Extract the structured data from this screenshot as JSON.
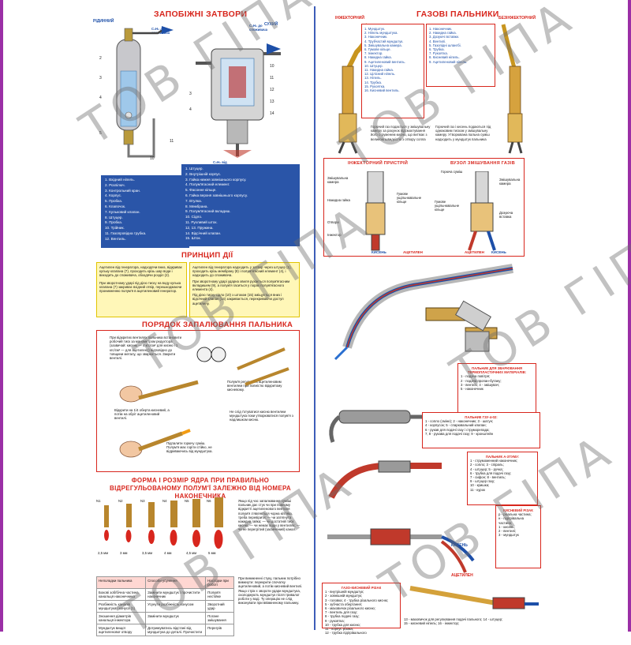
{
  "titles": {
    "safety": "ЗАПОБІЖНІ ЗАТВОРИ",
    "torches": "ГАЗОВІ ПАЛЬНИКИ",
    "principle": "ПРИНЦИП ДІЇ",
    "ignition": "ПОРЯДОК ЗАПАЛЮВАННЯ ПАЛЬНИКА",
    "flame": "ФОРМА І РОЗМІР ЯДРА ПРИ ПРАВИЛЬНО ВІДРЕГУЛЬОВАНОМУ ПОЛУМ'Ї ЗАЛЕЖНО ВІД НОМЕРА НАКОНЕЧНИКА",
    "injector": "ІНЖЕКТОРНИЙ ПРИСТРІЙ",
    "mixer": "ВУЗОЛ ЗМІШУВАННЯ ГАЗІВ"
  },
  "watermark": "ТОВ ГІПА",
  "labels": {
    "liquid": "РІДИННИЙ",
    "dry": "СУХИЙ",
    "c2h2_to_consumer_left": "C₂H₂ до споживача",
    "c2h2_to_consumer_right": "C₂H₂ до споживача",
    "c2h2_from_generator": "C₂H₂ від генератора",
    "injector_torch": "ІНЖЕКТОРНИЙ",
    "noninjector_torch": "БЕЗІНЖЕКТОРНИЙ",
    "oxygen": "КИСЕНЬ",
    "acetylene": "АЦЕТИЛЕН",
    "mixing_chamber": "Змішувальна камера",
    "fuel_mix": "Горюча суміш",
    "nozzle_nut": "Накидна гайка",
    "rubber_ring": "Гумове ущільнювальне кільце",
    "hole": "Отвори",
    "injector": "Інжектор",
    "dosing_insert": "Дозуюча вставка"
  },
  "left_legend": [
    "1. Вхідний ніпель.",
    "2. Розпілюч.",
    "3. Контрольний кран.",
    "4. Корпус.",
    "5. Пробка.",
    "6. Клапочок.",
    "7. Кульковий клапан.",
    "8. Штуцер.",
    "9. Пробка.",
    "10. Трійник.",
    "11. Газопровідна трубка.",
    "12. Вентиль."
  ],
  "right_legend": [
    "1. Штуцер.",
    "2. Внутрішній корпус.",
    "3. Гайка нижня зовнішнього корпусу.",
    "4. Полум'ягасний елемент.",
    "5. Фасонне кільце.",
    "6. Гайка верхня зовнішнього корпусу.",
    "7. Втулка.",
    "8. Мембрана.",
    "9. Полум'ягасний вкладиш.",
    "10. Сідло.",
    "11. Рухливий шток.",
    "12, 13. Пружина.",
    "14. Відсічний клапан.",
    "15. Шток."
  ],
  "injector_parts": [
    "1. Мундштук.",
    "2. Ніпель мундштука.",
    "3. Наконечник.",
    "4. Трубчастий мундштук.",
    "5. Змішувальна камера.",
    "6. Гумове кільце.",
    "7. Інжектор.",
    "8. Накидна гайка.",
    "9. Ацетиленовий вентиль.",
    "10. Штуцер.",
    "11. Накидна гайка.",
    "12. Цілісний ніпель.",
    "13. Ніпель.",
    "14. Трубка.",
    "15. Рукоятка.",
    "16. Кисневий вентиль."
  ],
  "noninjector_parts": [
    "1. Наконечник.",
    "2. Накидна гайка.",
    "3. Дозуючі вставки.",
    "4. Вентилі.",
    "5. Газопідні шлангбі.",
    "6. Трубка.",
    "7. Рукоятка.",
    "8. Кисневий ніпель.",
    "9. Ацетиленовий ніпель."
  ],
  "injector_note": "Горючий газ подається у змішувальну камеру за рахунок підсмоктування його струменем кисню, що витікає з великою швидкістю з отвору сопла",
  "noninjector_note": "Горючий газ і кисень подаються під однаковим тиском у змішувальну камеру. Утворювана пальна суміш надходить у мундштук пальника",
  "principle_left": [
    "Ацетилен від генератора, надходячи вниз, відкриває кульку клапана (7), проходить крізь шар води і виходить до споживача, обходячи розділ (2).",
    "При зворотному ударі під дією тиску на воду кулька клапана (7) закриває вхідний отвір, перешкоджаючи проникненню полум'я в ацетиленовий генератор."
  ],
  "principle_right": [
    "Ацетилен від генератора надходить у затвор через штуцер (1), проходить крізь мембрану (8) і полум'ягасний елемент (4), і надходить до споживача.",
    "При зворотному ударі ударна хвиля рухається полум'ягасним вкладишем (9), а полум'я гаситься у порах полум'ягасного елемента (4).",
    "Під дією тиску сідло (10) з штоком (15) зміщується вниз і відсічний клапан (14) закривається, перекриваючи доступ ацетилену."
  ],
  "ignition_steps": [
    "При відкритих вентилях пальника встановити робочий тиск за манометром редуктора (зазвичай: кисень — 4 кгс/см² для кисню і 1 кгс/см² — для ацетилену) відповідно до товщини металу, що зварюється. Закрити вентилі.",
    "Полум'я регулюють ацетиленовим вентилем при повністю відкритому кисневому.",
    "Відкрити на 1/4 оберта кисневий, а потім на обріт ацетиленовий вентилі.",
    "Підпалити горючу суміш. Полум'я має горіти стійко, не відриваючись від мундштука.",
    "Не слід ґотуватися кисню вентилем мундштука поки утворюватися полум'я з надлишком кисню."
  ],
  "flame_sizes": [
    "N1",
    "N2",
    "N3",
    "N4",
    "N5",
    "N6"
  ],
  "flame_mm": [
    "2,5 мм",
    "3 мм",
    "3,5 мм",
    "4 мм",
    "4,5 мм",
    "5 мм"
  ],
  "flame_note": "Якщо під час запалювання суміші пальник дає стук чи при повному відкритті ацетиленового вентиля полум'я з'являється чорна кіптява, треба перевірити: — чи затягнута накидна гайка; — чи достатній тиск кисню; — чи немає води у вентилях; — чи не перегрітий (засмічений) канал.",
  "table_header": [
    "Неполадки пальника",
    "Способи усунення",
    "Наслідки при роботі"
  ],
  "table_rows": [
    [
      "Бокові зоб/бічна частина канальця наконечника",
      "Замінити мундштук / прочистити наконечник",
      "Полум'я нестійке"
    ],
    [
      "Розбіжність каналів мундштука і конуса (1)",
      "Усунути розбіжність конусом",
      "Зворотний удар"
    ],
    [
      "Зношення діаметрів канальця інжектора",
      "Замінити мундштук",
      "Погане змішування"
    ],
    [
      "Мундштук вищої ацетиленової отвору",
      "Дотримуватись відстані від мундштука до деталі. Прочистити",
      "Перегрів"
    ]
  ],
  "right_note": "При виникненні стуку, пальник потрібно вимкнути: перекрити спочатку ацетиленовий, а потім кисневий вентилі. Якщо стрiк є звороти удари мундштука, охолоджують мундштук після тривалої роботи у воді. Ту операцію не слід виконувати при ввімкненому пальнику.",
  "applications": {
    "thermoplastic": {
      "title": "ПАЛЬНИК ДЛЯ ЗВАРЮВАННЯ ТЕРМОПЛАСТИЧНИХ МАТЕРІАЛІВ:",
      "items": [
        "1 - подача повітря;",
        "2 - подача пропан-бутану;",
        "3 - вентилі; 4 - змішувач;",
        "5 - наконечник"
      ]
    },
    "gzu": {
      "title": "ПАЛЬНИК ГЗУ-4-02:",
      "items": [
        "1 - сопло (сміне); 2 - наконечник; 3 - шатун;",
        "4 - корпусок; 5 - спарювальний клапан;",
        "6 - рукав для подачі газу і струморепада;",
        "7, 8 - рукава для подачі газу; 9 - кронштейн"
      ]
    },
    "a3tumu": {
      "title": "ПАЛЬНИК А-3ТУМУ:",
      "items": [
        "1 - струмоменний наконечник;",
        "2 - сопло; 3 - спіраль;",
        "4 - штуцер; 5 - ручка;",
        "6 - трубка для подачі газу;",
        "7 - сифон; 8 - вентиль;",
        "9 - штуцер газу;",
        "10 - кришка;",
        "11 - курок"
      ]
    },
    "cutter_ejector": {
      "title": "КИСНЕВИЙ РІЗАК",
      "items": [
        "р - різальна частина;",
        "н - підігрівальна частина;",
        "1 - кисень;",
        "2 - вентилі;",
        "3 - мундштук"
      ]
    },
    "cutter": {
      "title": "ГАЗО-КИСНЕВИЙ РІЗАК",
      "items": [
        "1 - внутрішній мундштук;",
        "2 - зовнішній мундштук;",
        "3 - головка; 4 - трубка різального кисню;",
        "5 - зубчаста обертання;",
        "6 - маховичок різального кисню;",
        "7 - вентиль для газу;",
        "8 - трубка подачі газу;",
        "9 - рукоятка;",
        "10 - трубка для кисню;",
        "11 - корпус різака;",
        "12 - трубка підігрівального"
      ]
    },
    "last": [
      "13 - маховичок для регулювання подачі пального; 14 - штуцер;",
      "15 - кисневий ніпель; 16 - інжектор;"
    ]
  }
}
